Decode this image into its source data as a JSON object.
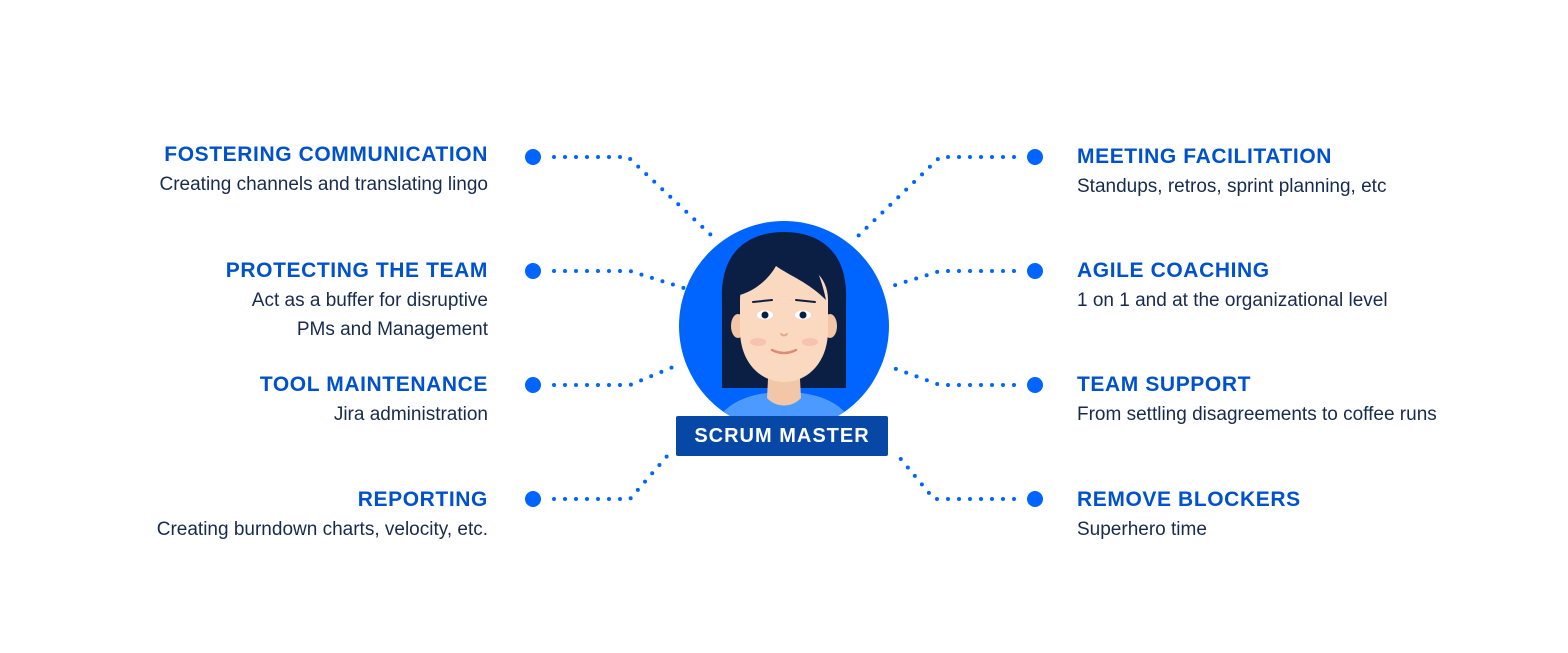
{
  "center": {
    "label": "SCRUM MASTER"
  },
  "items": [
    {
      "title": "FOSTERING COMMUNICATION",
      "lines": [
        "Creating channels and translating lingo"
      ]
    },
    {
      "title": "PROTECTING THE TEAM",
      "lines": [
        "Act as a buffer for disruptive",
        "PMs and Management"
      ]
    },
    {
      "title": "TOOL MAINTENANCE",
      "lines": [
        "Jira administration"
      ]
    },
    {
      "title": "REPORTING",
      "lines": [
        "Creating burndown charts, velocity, etc."
      ]
    },
    {
      "title": "MEETING FACILITATION",
      "lines": [
        "Standups, retros, sprint planning, etc"
      ]
    },
    {
      "title": "AGILE COACHING",
      "lines": [
        "1 on 1 and at the organizational level"
      ]
    },
    {
      "title": "TEAM SUPPORT",
      "lines": [
        "From settling disagreements to coffee runs"
      ]
    },
    {
      "title": "REMOVE BLOCKERS",
      "lines": [
        "Superhero time"
      ]
    }
  ],
  "colors": {
    "accent": "#0065FF",
    "title": "#0052CC",
    "text": "#172B4D",
    "badge": "#0747A6",
    "hair": "#0B1F44"
  },
  "icons": [
    "person-avatar-icon",
    "connector-dot-icon"
  ]
}
